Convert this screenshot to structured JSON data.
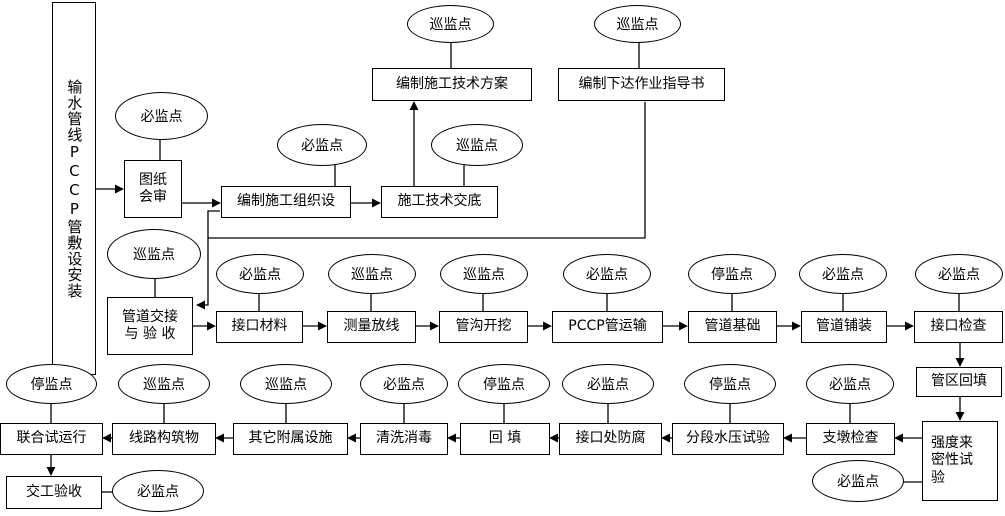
{
  "title": "输水管线PCCP管敷设安装",
  "nodes": {
    "review": "图纸\n会审",
    "org_design": "编制施工组织设",
    "tech_disclosure": "施工技术交底",
    "tech_plan": "编制施工技术方案",
    "work_guide": "编制下达作业指导书",
    "acceptance": "管道交接\n与 验 收",
    "joint_material": "接口材料",
    "survey": "测量放线",
    "trench": "管沟开挖",
    "pccp_transport": "PCCP管运输",
    "foundation": "管道基础",
    "laying": "管道铺装",
    "joint_check": "接口检查",
    "backfill_zone": "管区回填",
    "strength_test": "强度来\n密性试\n验",
    "buttress_check": "支墩检查",
    "segment_test": "分段水压试验",
    "joint_anticorrosion": "接口处防腐",
    "backfill": "回 填",
    "flush": "清洗消毒",
    "ancillary": "其它附属设施",
    "line_structures": "线路构筑物",
    "joint_trial": "联合试运行",
    "handover": "交工验收"
  },
  "points": {
    "must": "必监点",
    "patrol": "巡监点",
    "stop": "停监点"
  }
}
